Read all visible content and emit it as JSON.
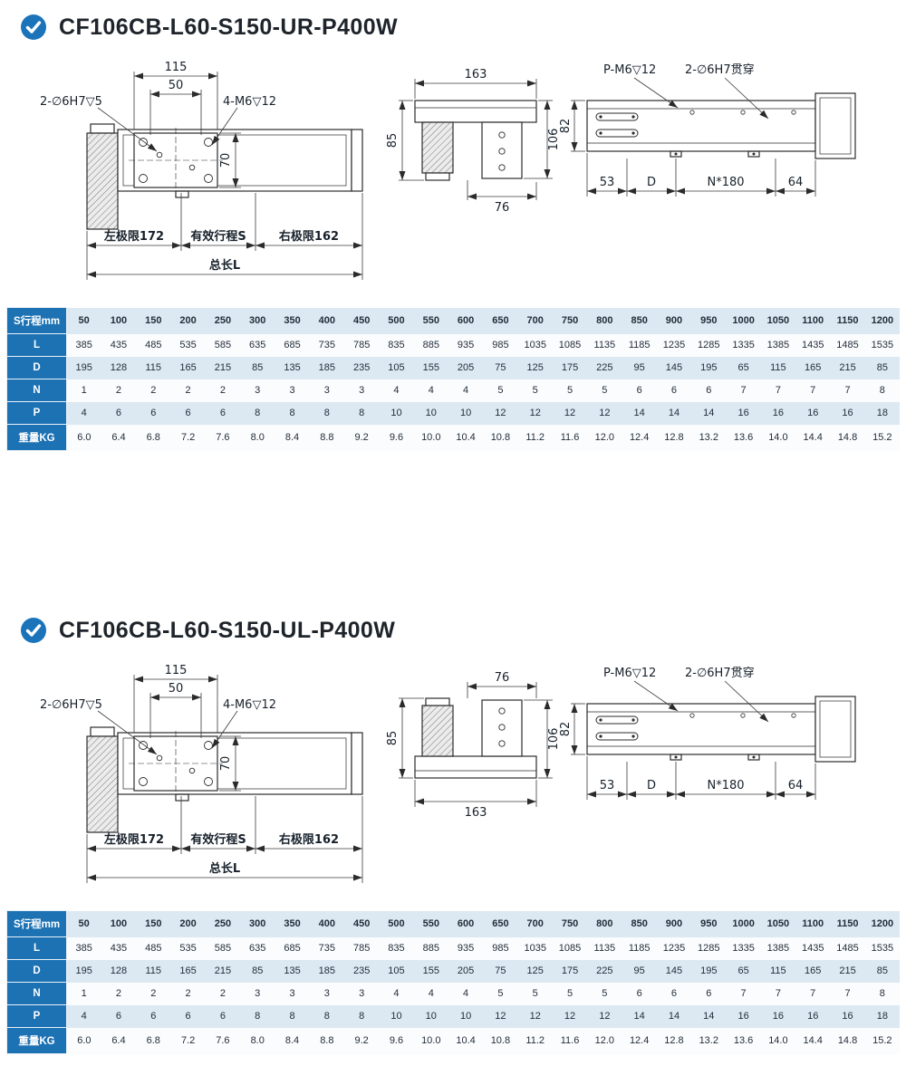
{
  "accent_color": "#1d72b4",
  "sections": [
    {
      "title": "CF106CB-L60-S150-UR-P400W",
      "drawing": {
        "top_view": {
          "dim_115": "115",
          "dim_50": "50",
          "label_dowel": "2-∅6H7▽5",
          "label_screw": "4-M6▽12",
          "dim_70": "70",
          "left_limit": "左极限172",
          "effective_stroke": "有效行程S",
          "right_limit": "右极限162",
          "total_length": "总长L"
        },
        "end_view": {
          "dim_top": "163",
          "dim_left": "85",
          "dim_right": "106",
          "dim_bottom": "76"
        },
        "side_view": {
          "label_p": "P-M6▽12",
          "label_through": "2-∅6H7贯穿",
          "dim_82": "82",
          "dim_53": "53",
          "dim_d": "D",
          "dim_n180": "N*180",
          "dim_64": "64"
        }
      },
      "table": {
        "header_label": "S行程mm",
        "columns": [
          "50",
          "100",
          "150",
          "200",
          "250",
          "300",
          "350",
          "400",
          "450",
          "500",
          "550",
          "600",
          "650",
          "700",
          "750",
          "800",
          "850",
          "900",
          "950",
          "1000",
          "1050",
          "1100",
          "1150",
          "1200"
        ],
        "rows": [
          {
            "label": "L",
            "values": [
              "385",
              "435",
              "485",
              "535",
              "585",
              "635",
              "685",
              "735",
              "785",
              "835",
              "885",
              "935",
              "985",
              "1035",
              "1085",
              "1135",
              "1185",
              "1235",
              "1285",
              "1335",
              "1385",
              "1435",
              "1485",
              "1535"
            ]
          },
          {
            "label": "D",
            "values": [
              "195",
              "128",
              "115",
              "165",
              "215",
              "85",
              "135",
              "185",
              "235",
              "105",
              "155",
              "205",
              "75",
              "125",
              "175",
              "225",
              "95",
              "145",
              "195",
              "65",
              "115",
              "165",
              "215",
              "85"
            ]
          },
          {
            "label": "N",
            "values": [
              "1",
              "2",
              "2",
              "2",
              "2",
              "3",
              "3",
              "3",
              "3",
              "4",
              "4",
              "4",
              "5",
              "5",
              "5",
              "5",
              "6",
              "6",
              "6",
              "7",
              "7",
              "7",
              "7",
              "8"
            ]
          },
          {
            "label": "P",
            "values": [
              "4",
              "6",
              "6",
              "6",
              "6",
              "8",
              "8",
              "8",
              "8",
              "10",
              "10",
              "10",
              "12",
              "12",
              "12",
              "12",
              "14",
              "14",
              "14",
              "16",
              "16",
              "16",
              "16",
              "18"
            ]
          },
          {
            "label": "重量KG",
            "values": [
              "6.0",
              "6.4",
              "6.8",
              "7.2",
              "7.6",
              "8.0",
              "8.4",
              "8.8",
              "9.2",
              "9.6",
              "10.0",
              "10.4",
              "10.8",
              "11.2",
              "11.6",
              "12.0",
              "12.4",
              "12.8",
              "13.2",
              "13.6",
              "14.0",
              "14.4",
              "14.8",
              "15.2"
            ]
          }
        ]
      }
    },
    {
      "title": "CF106CB-L60-S150-UL-P400W",
      "drawing": {
        "top_view": {
          "dim_115": "115",
          "dim_50": "50",
          "label_dowel": "2-∅6H7▽5",
          "label_screw": "4-M6▽12",
          "dim_70": "70",
          "left_limit": "左极限172",
          "effective_stroke": "有效行程S",
          "right_limit": "右极限162",
          "total_length": "总长L"
        },
        "end_view": {
          "dim_top": "76",
          "dim_left": "85",
          "dim_right": "106",
          "dim_bottom": "163"
        },
        "side_view": {
          "label_p": "P-M6▽12",
          "label_through": "2-∅6H7贯穿",
          "dim_82": "82",
          "dim_53": "53",
          "dim_d": "D",
          "dim_n180": "N*180",
          "dim_64": "64"
        }
      },
      "table": {
        "header_label": "S行程mm",
        "columns": [
          "50",
          "100",
          "150",
          "200",
          "250",
          "300",
          "350",
          "400",
          "450",
          "500",
          "550",
          "600",
          "650",
          "700",
          "750",
          "800",
          "850",
          "900",
          "950",
          "1000",
          "1050",
          "1100",
          "1150",
          "1200"
        ],
        "rows": [
          {
            "label": "L",
            "values": [
              "385",
              "435",
              "485",
              "535",
              "585",
              "635",
              "685",
              "735",
              "785",
              "835",
              "885",
              "935",
              "985",
              "1035",
              "1085",
              "1135",
              "1185",
              "1235",
              "1285",
              "1335",
              "1385",
              "1435",
              "1485",
              "1535"
            ]
          },
          {
            "label": "D",
            "values": [
              "195",
              "128",
              "115",
              "165",
              "215",
              "85",
              "135",
              "185",
              "235",
              "105",
              "155",
              "205",
              "75",
              "125",
              "175",
              "225",
              "95",
              "145",
              "195",
              "65",
              "115",
              "165",
              "215",
              "85"
            ]
          },
          {
            "label": "N",
            "values": [
              "1",
              "2",
              "2",
              "2",
              "2",
              "3",
              "3",
              "3",
              "3",
              "4",
              "4",
              "4",
              "5",
              "5",
              "5",
              "5",
              "6",
              "6",
              "6",
              "7",
              "7",
              "7",
              "7",
              "8"
            ]
          },
          {
            "label": "P",
            "values": [
              "4",
              "6",
              "6",
              "6",
              "6",
              "8",
              "8",
              "8",
              "8",
              "10",
              "10",
              "10",
              "12",
              "12",
              "12",
              "12",
              "14",
              "14",
              "14",
              "16",
              "16",
              "16",
              "16",
              "18"
            ]
          },
          {
            "label": "重量KG",
            "values": [
              "6.0",
              "6.4",
              "6.8",
              "7.2",
              "7.6",
              "8.0",
              "8.4",
              "8.8",
              "9.2",
              "9.6",
              "10.0",
              "10.4",
              "10.8",
              "11.2",
              "11.6",
              "12.0",
              "12.4",
              "12.8",
              "13.2",
              "13.6",
              "14.0",
              "14.4",
              "14.8",
              "15.2"
            ]
          }
        ]
      }
    }
  ]
}
